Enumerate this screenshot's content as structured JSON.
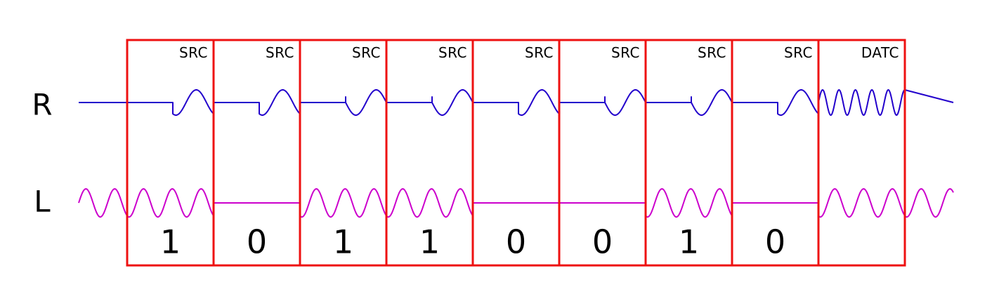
{
  "rows": {
    "r_label": "R",
    "l_label": "L"
  },
  "slots": [
    {
      "tag": "SRC",
      "bit": "1",
      "r_notch": "down",
      "l_tone": true
    },
    {
      "tag": "SRC",
      "bit": "0",
      "r_notch": "down",
      "l_tone": false
    },
    {
      "tag": "SRC",
      "bit": "1",
      "r_notch": "up",
      "l_tone": true
    },
    {
      "tag": "SRC",
      "bit": "1",
      "r_notch": "up",
      "l_tone": true
    },
    {
      "tag": "SRC",
      "bit": "0",
      "r_notch": "down",
      "l_tone": false
    },
    {
      "tag": "SRC",
      "bit": "0",
      "r_notch": "up",
      "l_tone": false
    },
    {
      "tag": "SRC",
      "bit": "1",
      "r_notch": "up",
      "l_tone": true
    },
    {
      "tag": "SRC",
      "bit": "0",
      "r_notch": "down",
      "l_tone": false
    },
    {
      "tag": "DATC",
      "bit": "",
      "r_notch": "none",
      "l_tone": true
    }
  ],
  "colors": {
    "frame": "#ee1111",
    "r_signal": "#2200cc",
    "l_signal": "#cc00cc",
    "text": "#000000"
  }
}
